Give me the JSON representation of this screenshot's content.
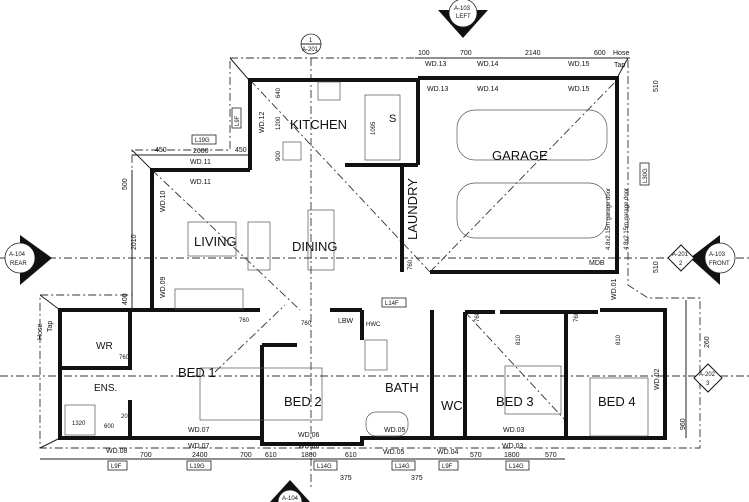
{
  "rooms": {
    "kitchen": "KITCHEN",
    "garage": "GARAGE",
    "laundry": "LAUNDRY",
    "living": "LIVING",
    "dining": "DINING",
    "bed1": "BED 1",
    "bed2": "BED 2",
    "bed3": "BED 3",
    "bed4": "BED 4",
    "bath": "BATH",
    "wc": "WC",
    "wr": "WR",
    "ens": "ENS.",
    "lbw": "LBW",
    "pantry": "S",
    "mdb": "MDB",
    "hwc": "HWC"
  },
  "windows": {
    "wd01": "WD.01",
    "wd02": "WD.02",
    "wd03": "WD.03",
    "wd04": "WD.04",
    "wd05": "WD.05",
    "wd06": "WD.06",
    "wd07": "WD.07",
    "wd08": "WD.08",
    "wd09": "WD.09",
    "wd10": "WD.10",
    "wd11": "WD.11",
    "wd12": "WD.12",
    "wd13": "WD.13",
    "wd14": "WD.14",
    "wd15": "WD.15"
  },
  "lintels": {
    "l9f": "L9F",
    "l19g": "L19G",
    "l14g": "L14G",
    "l30g": "L30G",
    "l14f": "L14F"
  },
  "dimensions": {
    "d100": "100",
    "d700": "700",
    "d2140": "2140",
    "d600": "600",
    "d510": "510",
    "d450": "450",
    "d2600": "2600",
    "d500": "500",
    "d2010": "2010",
    "d400": "400",
    "d640": "640",
    "d1200": "1200",
    "d900": "900",
    "d760": "760",
    "d610": "610",
    "d2400": "2400",
    "d1800": "1800",
    "d375": "375",
    "d570": "570",
    "d260": "260",
    "d960": "960",
    "d1320": "1320",
    "d810": "810",
    "d600b": "600",
    "d20": "20"
  },
  "notes": {
    "hose_tap": "Hose Tap",
    "hose": "Hose",
    "tap": "Tap",
    "garage_door": "4.8x2.15m garage door",
    "s_1095": "1095"
  },
  "markers": {
    "top_section": {
      "num": "1",
      "ref": "A-201"
    },
    "left_elev": {
      "ref": "A-103",
      "name": "LEFT"
    },
    "rear_elev": {
      "ref": "A-104",
      "name": "REAR"
    },
    "front_elev": {
      "ref": "A-103",
      "name": "FRONT"
    },
    "sec2": {
      "num": "2",
      "ref": "A-201"
    },
    "sec3": {
      "num": "3",
      "ref": "A-202"
    },
    "bottom_elev": {
      "ref": "A-104"
    }
  }
}
